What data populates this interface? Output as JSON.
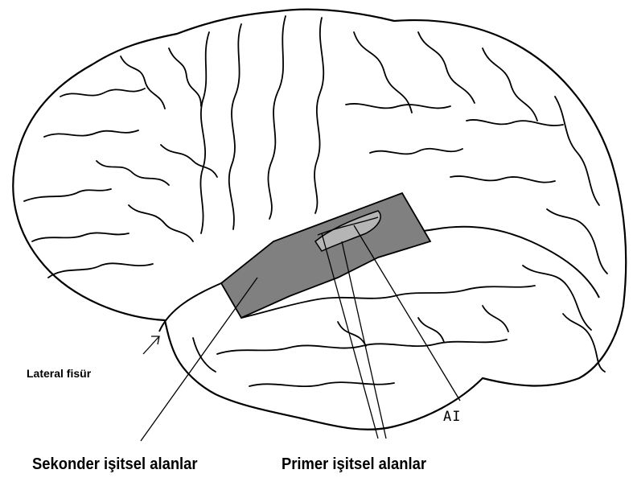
{
  "figure": {
    "labels": {
      "lateral": "Lateral fisür",
      "ai": "AI",
      "secondary": "Sekonder işitsel alanlar",
      "primary": "Primer işitsel alanlar"
    },
    "colors": {
      "outline": "#000000",
      "secondary_region": "#808080",
      "primary_region": "#b5b5b5",
      "background": "#ffffff"
    }
  }
}
